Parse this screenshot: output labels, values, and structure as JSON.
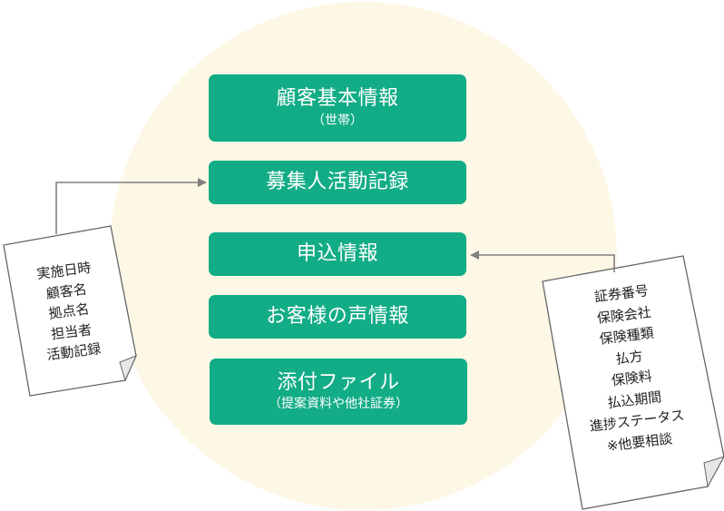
{
  "colors": {
    "circle": "#fdf8e6",
    "box": "#12ac86",
    "box_text": "#ffffff",
    "arrow": "#808080",
    "paper_border": "#666666"
  },
  "boxes": [
    {
      "label": "顧客基本情報",
      "sub": "（世帯）"
    },
    {
      "label": "募集人活動記録",
      "sub": ""
    },
    {
      "label": "申込情報",
      "sub": ""
    },
    {
      "label": "お客様の声情報",
      "sub": ""
    },
    {
      "label": "添付ファイル",
      "sub": "（提案資料や他社証券）"
    }
  ],
  "left_document": {
    "lines": [
      "実施日時",
      "顧客名",
      "拠点名",
      "担当者",
      "活動記録"
    ]
  },
  "right_document": {
    "lines": [
      "証券番号",
      "保険会社",
      "保険種類",
      "払方",
      "保険料",
      "払込期間",
      "進捗ステータス",
      "※他要相談"
    ]
  }
}
